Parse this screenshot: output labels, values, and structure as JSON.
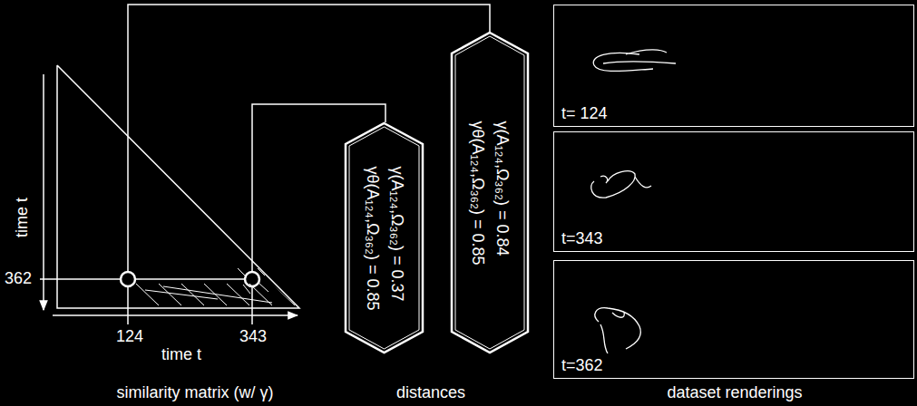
{
  "diagram": {
    "nodes": [
      {
        "text": [
          "γ(A₁₂₄,Ω₃₆₂) = 0.37",
          "γθ(A₁₂₄,Ω₃₆₂) = 0.85"
        ]
      },
      {
        "text": [
          "γ(A₁₂₄,Ω₃₆₂) = 0.84",
          "γθ(A₁₂₄,Ω₃₆₂) = 0.85"
        ]
      },
      {
        "text": [
          "t= 124"
        ]
      },
      {
        "text": [
          "t=343"
        ]
      },
      {
        "text": [
          "t=362"
        ]
      }
    ],
    "labels": [
      "time t",
      "362",
      "124",
      "343",
      "time t",
      "similarity matrix (w/ γ)",
      "distances",
      "dataset renderings"
    ]
  }
}
